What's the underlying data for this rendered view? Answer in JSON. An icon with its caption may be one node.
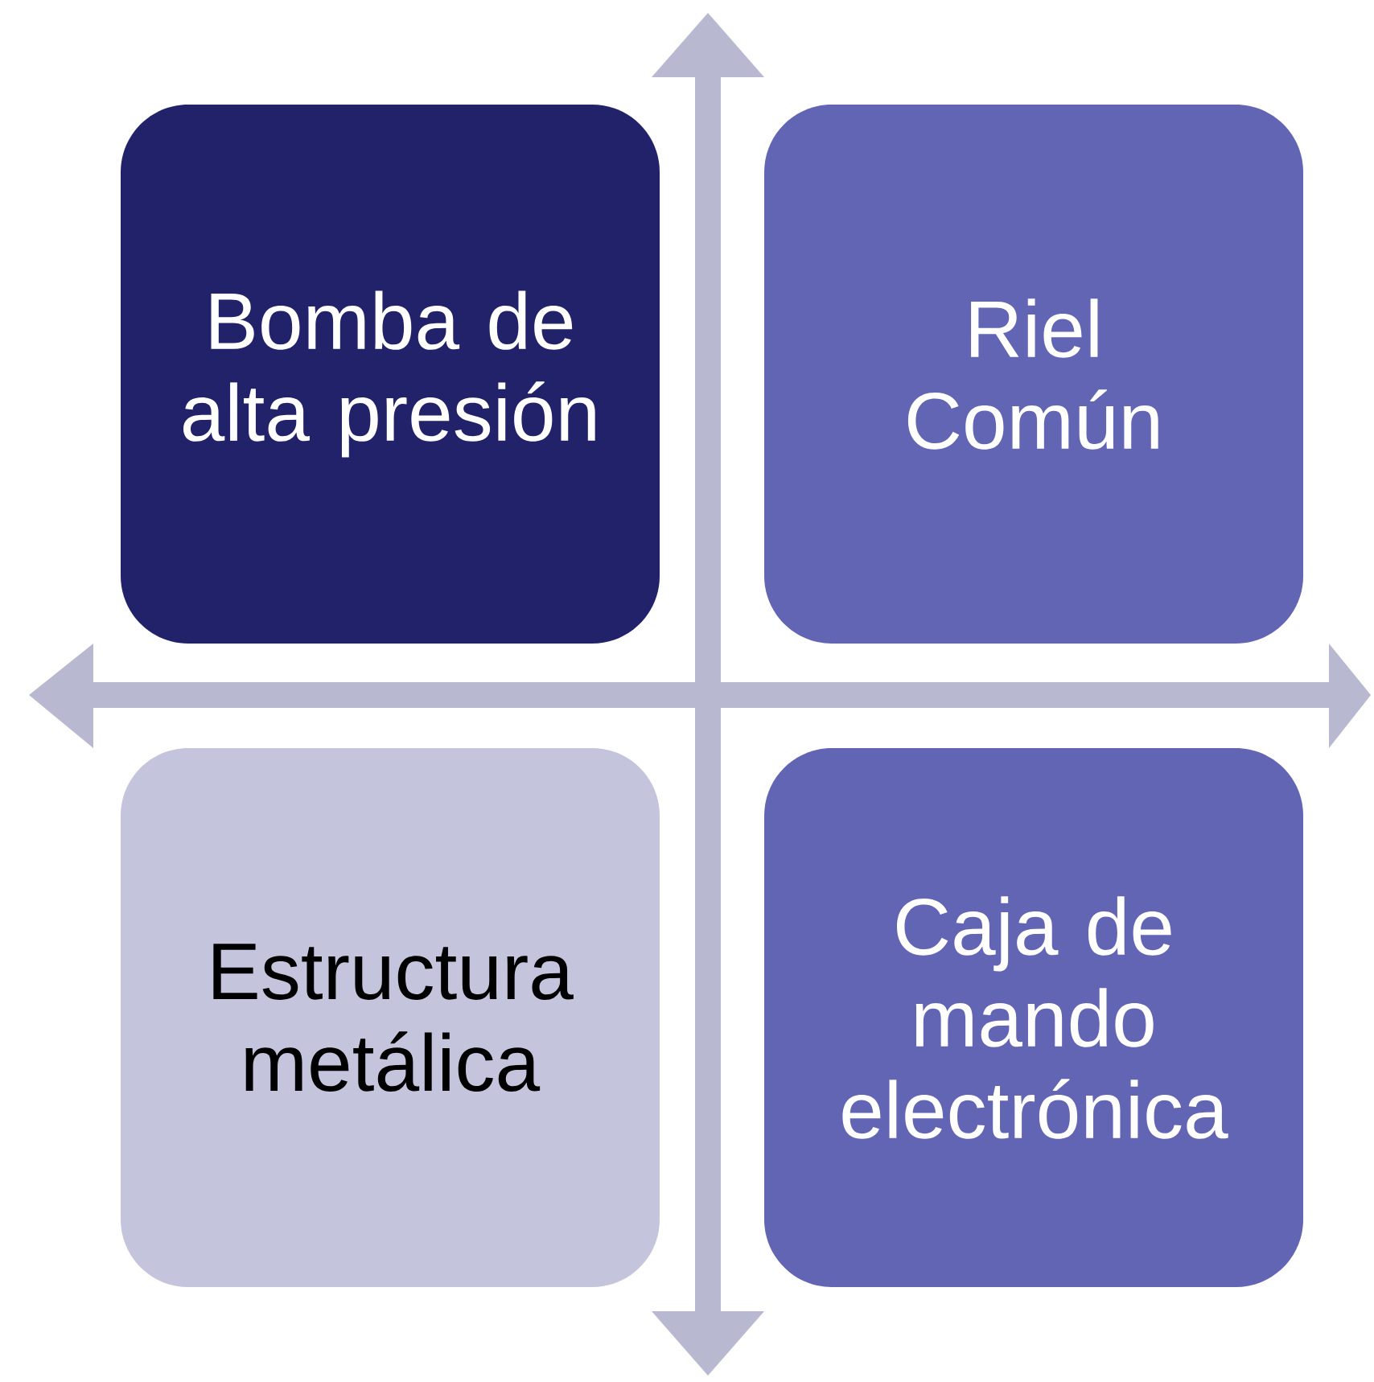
{
  "diagram": {
    "nodes": [
      {
        "text": [
          "Bomba de alta presión"
        ]
      },
      {
        "text": [
          "Riel Común"
        ]
      },
      {
        "text": [
          "Estructura metálica"
        ]
      },
      {
        "text": [
          "Caja de mando electrónica"
        ]
      }
    ]
  }
}
